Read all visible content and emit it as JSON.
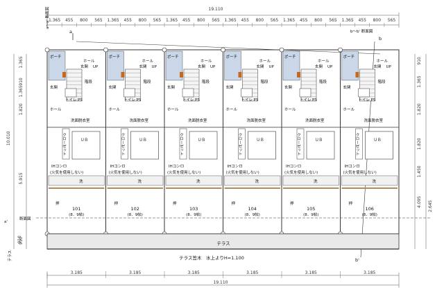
{
  "top_dims": {
    "overall": "19.110",
    "segments": [
      "1.365",
      "455",
      "800",
      "565",
      "1.365",
      "455",
      "800",
      "565",
      "1.365",
      "455",
      "800",
      "565",
      "1.365",
      "455",
      "800",
      "565",
      "1.365",
      "455",
      "800",
      "565",
      "1.365",
      "455",
      "800",
      "565"
    ]
  },
  "bottom_dims": {
    "unit_widths": [
      "3.185",
      "3.185",
      "3.185",
      "3.185",
      "3.185",
      "3.185"
    ],
    "overall": "19.110"
  },
  "left_dims": [
    "1.365",
    "910",
    "1.365",
    "1.820",
    "10.010",
    "5.915",
    "910"
  ],
  "right_dims": [
    "910",
    "1.365",
    "1.820",
    "1.820",
    "1.450",
    "4.095",
    "2.645"
  ],
  "section_marks": {
    "a_top": "a",
    "a_left": "a～a' 断面図",
    "b_top": "b～b' 断面図",
    "b_label": "b",
    "b_prime": "b'",
    "a_side": "断面図",
    "a_prime": "a'"
  },
  "rooms": {
    "porch": "ポーチ",
    "hall": "ホール",
    "entrance": "玄関",
    "up": "UP",
    "stairs": "階段",
    "toilet": "トイレ",
    "ps": "PS",
    "washroom": "洗面脱衣室",
    "closet": "クローゼット",
    "bath": "ＵＢ",
    "ih": "IHコンロ",
    "fire_note": "(火気を使用しない)",
    "washer": "洗",
    "storage": "押"
  },
  "units": [
    {
      "number": "101",
      "area": "(8．9帖)"
    },
    {
      "number": "102",
      "area": "(8．9帖)"
    },
    {
      "number": "103",
      "area": "(8．9帖)"
    },
    {
      "number": "104",
      "area": "(8．9帖)"
    },
    {
      "number": "105",
      "area": "(8．9帖)"
    },
    {
      "number": "106",
      "area": "(8．9帖)"
    }
  ],
  "terrace": "テラス",
  "terrace_note": "テラス笠木　水上よりH=1.100",
  "terrace_side": "テラス",
  "side_note": "910",
  "colors": {
    "line": "#333333",
    "dim_line": "#555555",
    "wall_fill": "#bfbfbf",
    "tile_fill": "#c9d7e8",
    "stair_fill": "#f4f4f4",
    "accent": "#c46a20"
  }
}
